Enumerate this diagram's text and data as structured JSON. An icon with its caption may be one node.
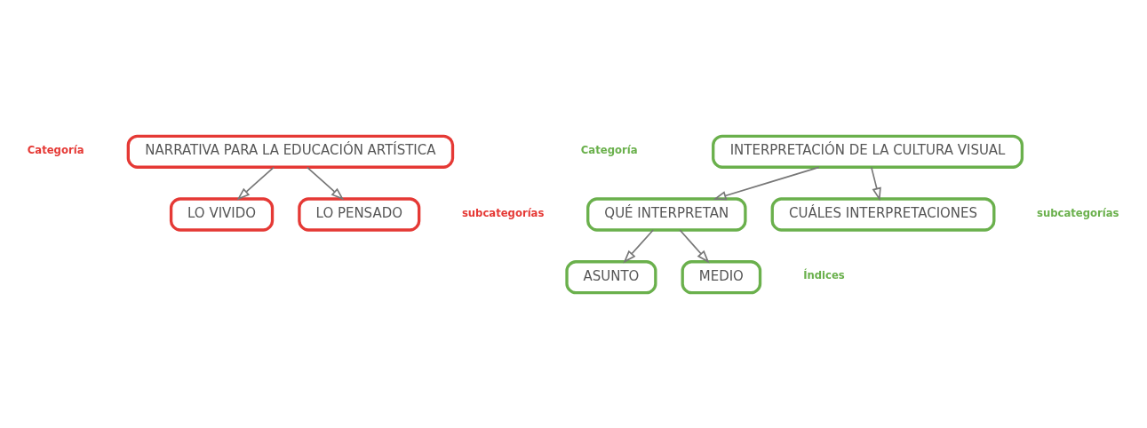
{
  "diagram": {
    "nodes": [
      {
        "text": [
          "NARRATIVA PARA LA EDUCACIÓN ARTÍSTICA"
        ]
      },
      {
        "text": [
          "LO VIVIDO"
        ]
      },
      {
        "text": [
          "LO PENSADO"
        ]
      },
      {
        "text": [
          "INTERPRETACIÓN DE LA CULTURA VISUAL"
        ]
      },
      {
        "text": [
          "QUÉ INTERPRETAN"
        ]
      },
      {
        "text": [
          "CUÁLES INTERPRETACIONES"
        ]
      },
      {
        "text": [
          "ASUNTO"
        ]
      },
      {
        "text": [
          "MEDIO"
        ]
      }
    ],
    "edges": [
      {
        "from": 0,
        "to": 1,
        "arrow": "to"
      },
      {
        "from": 0,
        "to": 2,
        "arrow": "to"
      },
      {
        "from": 3,
        "to": 4,
        "arrow": "to"
      },
      {
        "from": 3,
        "to": 5,
        "arrow": "to"
      },
      {
        "from": 4,
        "to": 6,
        "arrow": "to"
      },
      {
        "from": 4,
        "to": 7,
        "arrow": "to"
      }
    ],
    "labels": [
      "Categoría",
      "Categoría",
      "subcategorías",
      "subcategorías",
      "Índices"
    ]
  }
}
